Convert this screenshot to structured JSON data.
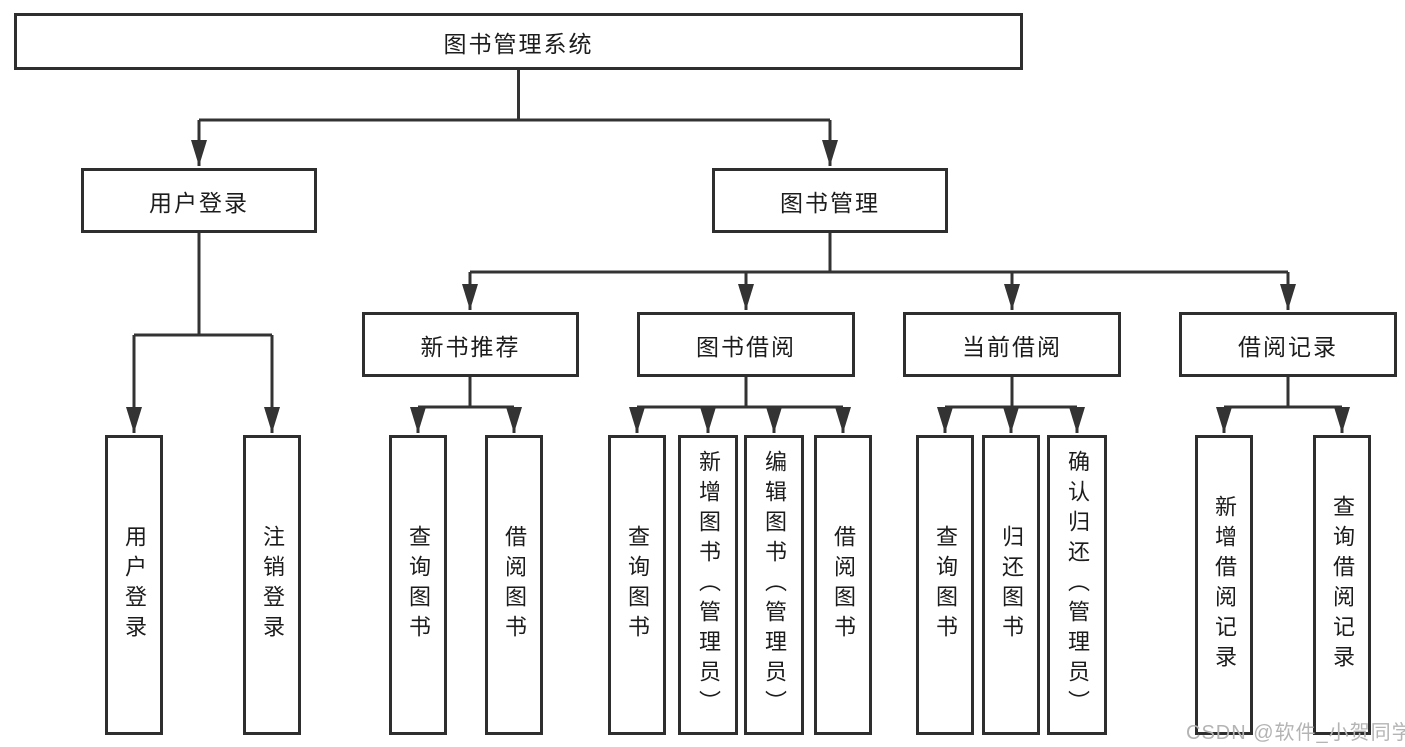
{
  "diagram_title": "图书管理系统",
  "tree": {
    "label": "图书管理系统",
    "children": [
      {
        "label": "用户登录",
        "children": [
          {
            "label": "用户登录"
          },
          {
            "label": "注销登录"
          }
        ]
      },
      {
        "label": "图书管理",
        "children": [
          {
            "label": "新书推荐",
            "children": [
              {
                "label": "查询图书"
              },
              {
                "label": "借阅图书"
              }
            ]
          },
          {
            "label": "图书借阅",
            "children": [
              {
                "label": "查询图书"
              },
              {
                "label": "新增图书（管理员）"
              },
              {
                "label": "编辑图书（管理员）"
              },
              {
                "label": "借阅图书"
              }
            ]
          },
          {
            "label": "当前借阅",
            "children": [
              {
                "label": "查询图书"
              },
              {
                "label": "归还图书"
              },
              {
                "label": "确认归还（管理员）"
              }
            ]
          },
          {
            "label": "借阅记录",
            "children": [
              {
                "label": "新增借阅记录"
              },
              {
                "label": "查询借阅记录"
              }
            ]
          }
        ]
      }
    ]
  },
  "colors": {
    "line": "#333333",
    "border": "#2e2e2e",
    "text": "#1c1c1c",
    "watermark": "#b4b4b4"
  },
  "watermark": {
    "text": "CSDN @软件_小贺同学"
  }
}
